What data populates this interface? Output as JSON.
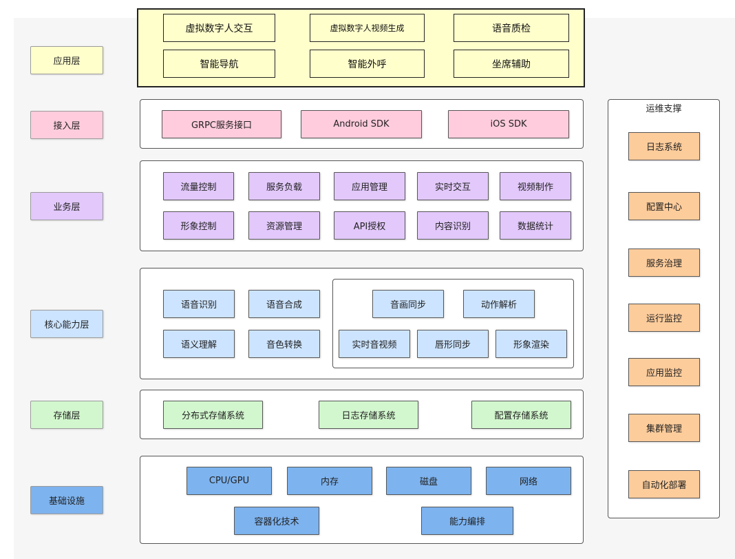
{
  "colors": {
    "application": "#ffffcc",
    "access": "#ffccdd",
    "business": "#e2c8fb",
    "core": "#cce4ff",
    "storage": "#d2f7ce",
    "infra": "#7db3ef",
    "ops": "#fdcc9b"
  },
  "layers": {
    "application": "应用层",
    "access": "接入层",
    "business": "业务层",
    "core": "核心能力层",
    "storage": "存储层",
    "infra": "基础设施"
  },
  "application": {
    "items": [
      "虚拟数字人交互",
      "虚拟数字人视频生成",
      "语音质检",
      "智能导航",
      "智能外呼",
      "坐席辅助"
    ]
  },
  "access": {
    "items": [
      "GRPC服务接口",
      "Android SDK",
      "iOS SDK"
    ]
  },
  "business": {
    "items": [
      "流量控制",
      "服务负载",
      "应用管理",
      "实时交互",
      "视频制作",
      "形象控制",
      "资源管理",
      "API授权",
      "内容识别",
      "数据统计"
    ]
  },
  "core": {
    "items": [
      "语音识别",
      "语音合成",
      "语义理解",
      "音色转换"
    ],
    "av_items": [
      "音画同步",
      "动作解析",
      "实时音视频",
      "唇形同步",
      "形象渲染"
    ]
  },
  "storage": {
    "items": [
      "分布式存储系统",
      "日志存储系统",
      "配置存储系统"
    ]
  },
  "infra": {
    "items": [
      "CPU/GPU",
      "内存",
      "磁盘",
      "网络",
      "容器化技术",
      "能力编排"
    ]
  },
  "ops": {
    "title": "运维支撑",
    "items": [
      "日志系统",
      "配置中心",
      "服务治理",
      "运行监控",
      "应用监控",
      "集群管理",
      "自动化部署"
    ]
  }
}
